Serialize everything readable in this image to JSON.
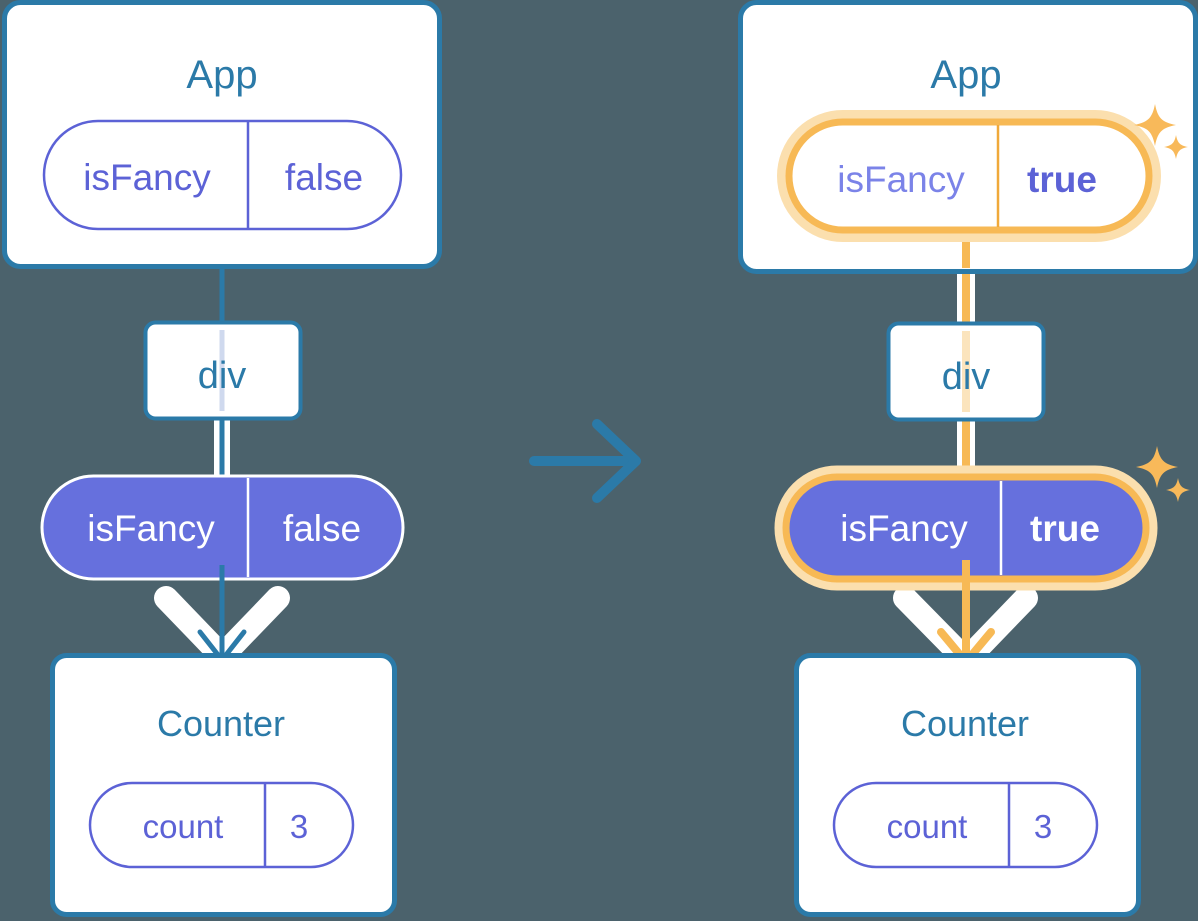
{
  "diagram": {
    "type": "react-state-propagation-diagram",
    "background_color": "#4b626c",
    "transition_arrow": {
      "name": "right-arrow",
      "color": "#2b7aa8",
      "direction": "right"
    },
    "panels": [
      {
        "id": "before",
        "highlighted": false,
        "app": {
          "title": "App",
          "state_pill": {
            "key": "isFancy",
            "value": "false",
            "style": "outline",
            "highlighted": false,
            "text_color": "#5c62d6",
            "border_color": "#5c62d6"
          }
        },
        "dom_node": {
          "label": "div",
          "text_color": "#2b7aa8"
        },
        "prop_pill": {
          "key": "isFancy",
          "value": "false",
          "style": "filled",
          "highlighted": false,
          "fill_color": "#6670dd",
          "text_color": "#ffffff"
        },
        "counter": {
          "title": "Counter",
          "state_pill": {
            "key": "count",
            "value": "3",
            "style": "outline",
            "highlighted": false,
            "text_color": "#5c62d6",
            "border_color": "#5c62d6"
          }
        },
        "connector_color": "#2b7aa8",
        "arrow_color": "#2b7aa8"
      },
      {
        "id": "after",
        "highlighted": true,
        "app": {
          "title": "App",
          "state_pill": {
            "key": "isFancy",
            "value": "true",
            "style": "outline",
            "highlighted": true,
            "bold_value": true,
            "text_color": "#5c62d6",
            "border_color": "#f5b council",
            "highlight_color": "#f7b955",
            "highlight_glow_color": "#fbdfae"
          },
          "sparkles": [
            {
              "name": "sparkle-large-icon",
              "color": "#f8b95a"
            },
            {
              "name": "sparkle-small-icon",
              "color": "#f8b95a"
            }
          ]
        },
        "dom_node": {
          "label": "div",
          "text_color": "#2b7aa8"
        },
        "prop_pill": {
          "key": "isFancy",
          "value": "true",
          "style": "filled",
          "highlighted": true,
          "bold_value": true,
          "fill_color": "#6670dd",
          "text_color": "#ffffff",
          "highlight_color": "#f7b955",
          "highlight_glow_color": "#fbdfae"
        },
        "sparkles": [
          {
            "name": "sparkle-large-icon",
            "color": "#f8b95a"
          },
          {
            "name": "sparkle-small-icon",
            "color": "#f8b95a"
          }
        ],
        "counter": {
          "title": "Counter",
          "state_pill": {
            "key": "count",
            "value": "3",
            "style": "outline",
            "highlighted": false,
            "text_color": "#5c62d6",
            "border_color": "#5c62d6"
          }
        },
        "connector_color": "#f7b955",
        "arrow_color": "#f7b955"
      }
    ],
    "colors": {
      "card_border": "#2b7aa8",
      "card_fill": "#ffffff",
      "title_text": "#2b7aa8",
      "pill_purple": "#6670dd",
      "pill_outline": "#5c62d6",
      "accent_orange": "#f7b955",
      "accent_orange_glow": "#fbdfae",
      "white": "#ffffff"
    }
  }
}
